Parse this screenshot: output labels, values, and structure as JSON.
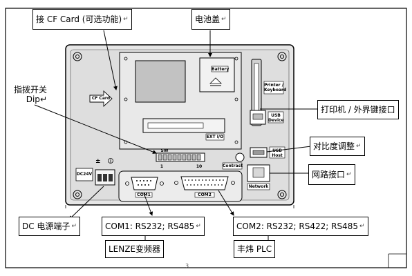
{
  "callouts": {
    "cf_card": "接 CF Card (可选功能)",
    "battery_cover": "电池盖",
    "dip_switch_line1": "指拨开关",
    "dip_switch_line2": "Dip",
    "printer_keyboard": "打印机 / 外界键接口",
    "contrast": "对比度调整",
    "network": "网路接口",
    "dc_power": "DC 电源端子",
    "com1": "COM1: RS232; RS485",
    "com2": "COM2: RS232; RS422; RS485",
    "lenze": "LENZE变频器",
    "plc": "丰炜 PLC"
  },
  "device_labels": {
    "cf_card": "CF Card",
    "battery": "Battery",
    "ext_io": "EXT I/O",
    "printer_keyboard": "Printer / Keyboard",
    "usb_device": "USB Device",
    "usb_host": "USB Host",
    "contrast": "Contrast",
    "network": "Network",
    "dc24v": "DC24V",
    "com1": "COM1",
    "com2": "COM2",
    "dip_sw": "SW",
    "dip_left": "1",
    "dip_right": "10"
  },
  "mark": "↵",
  "page_number": "3"
}
